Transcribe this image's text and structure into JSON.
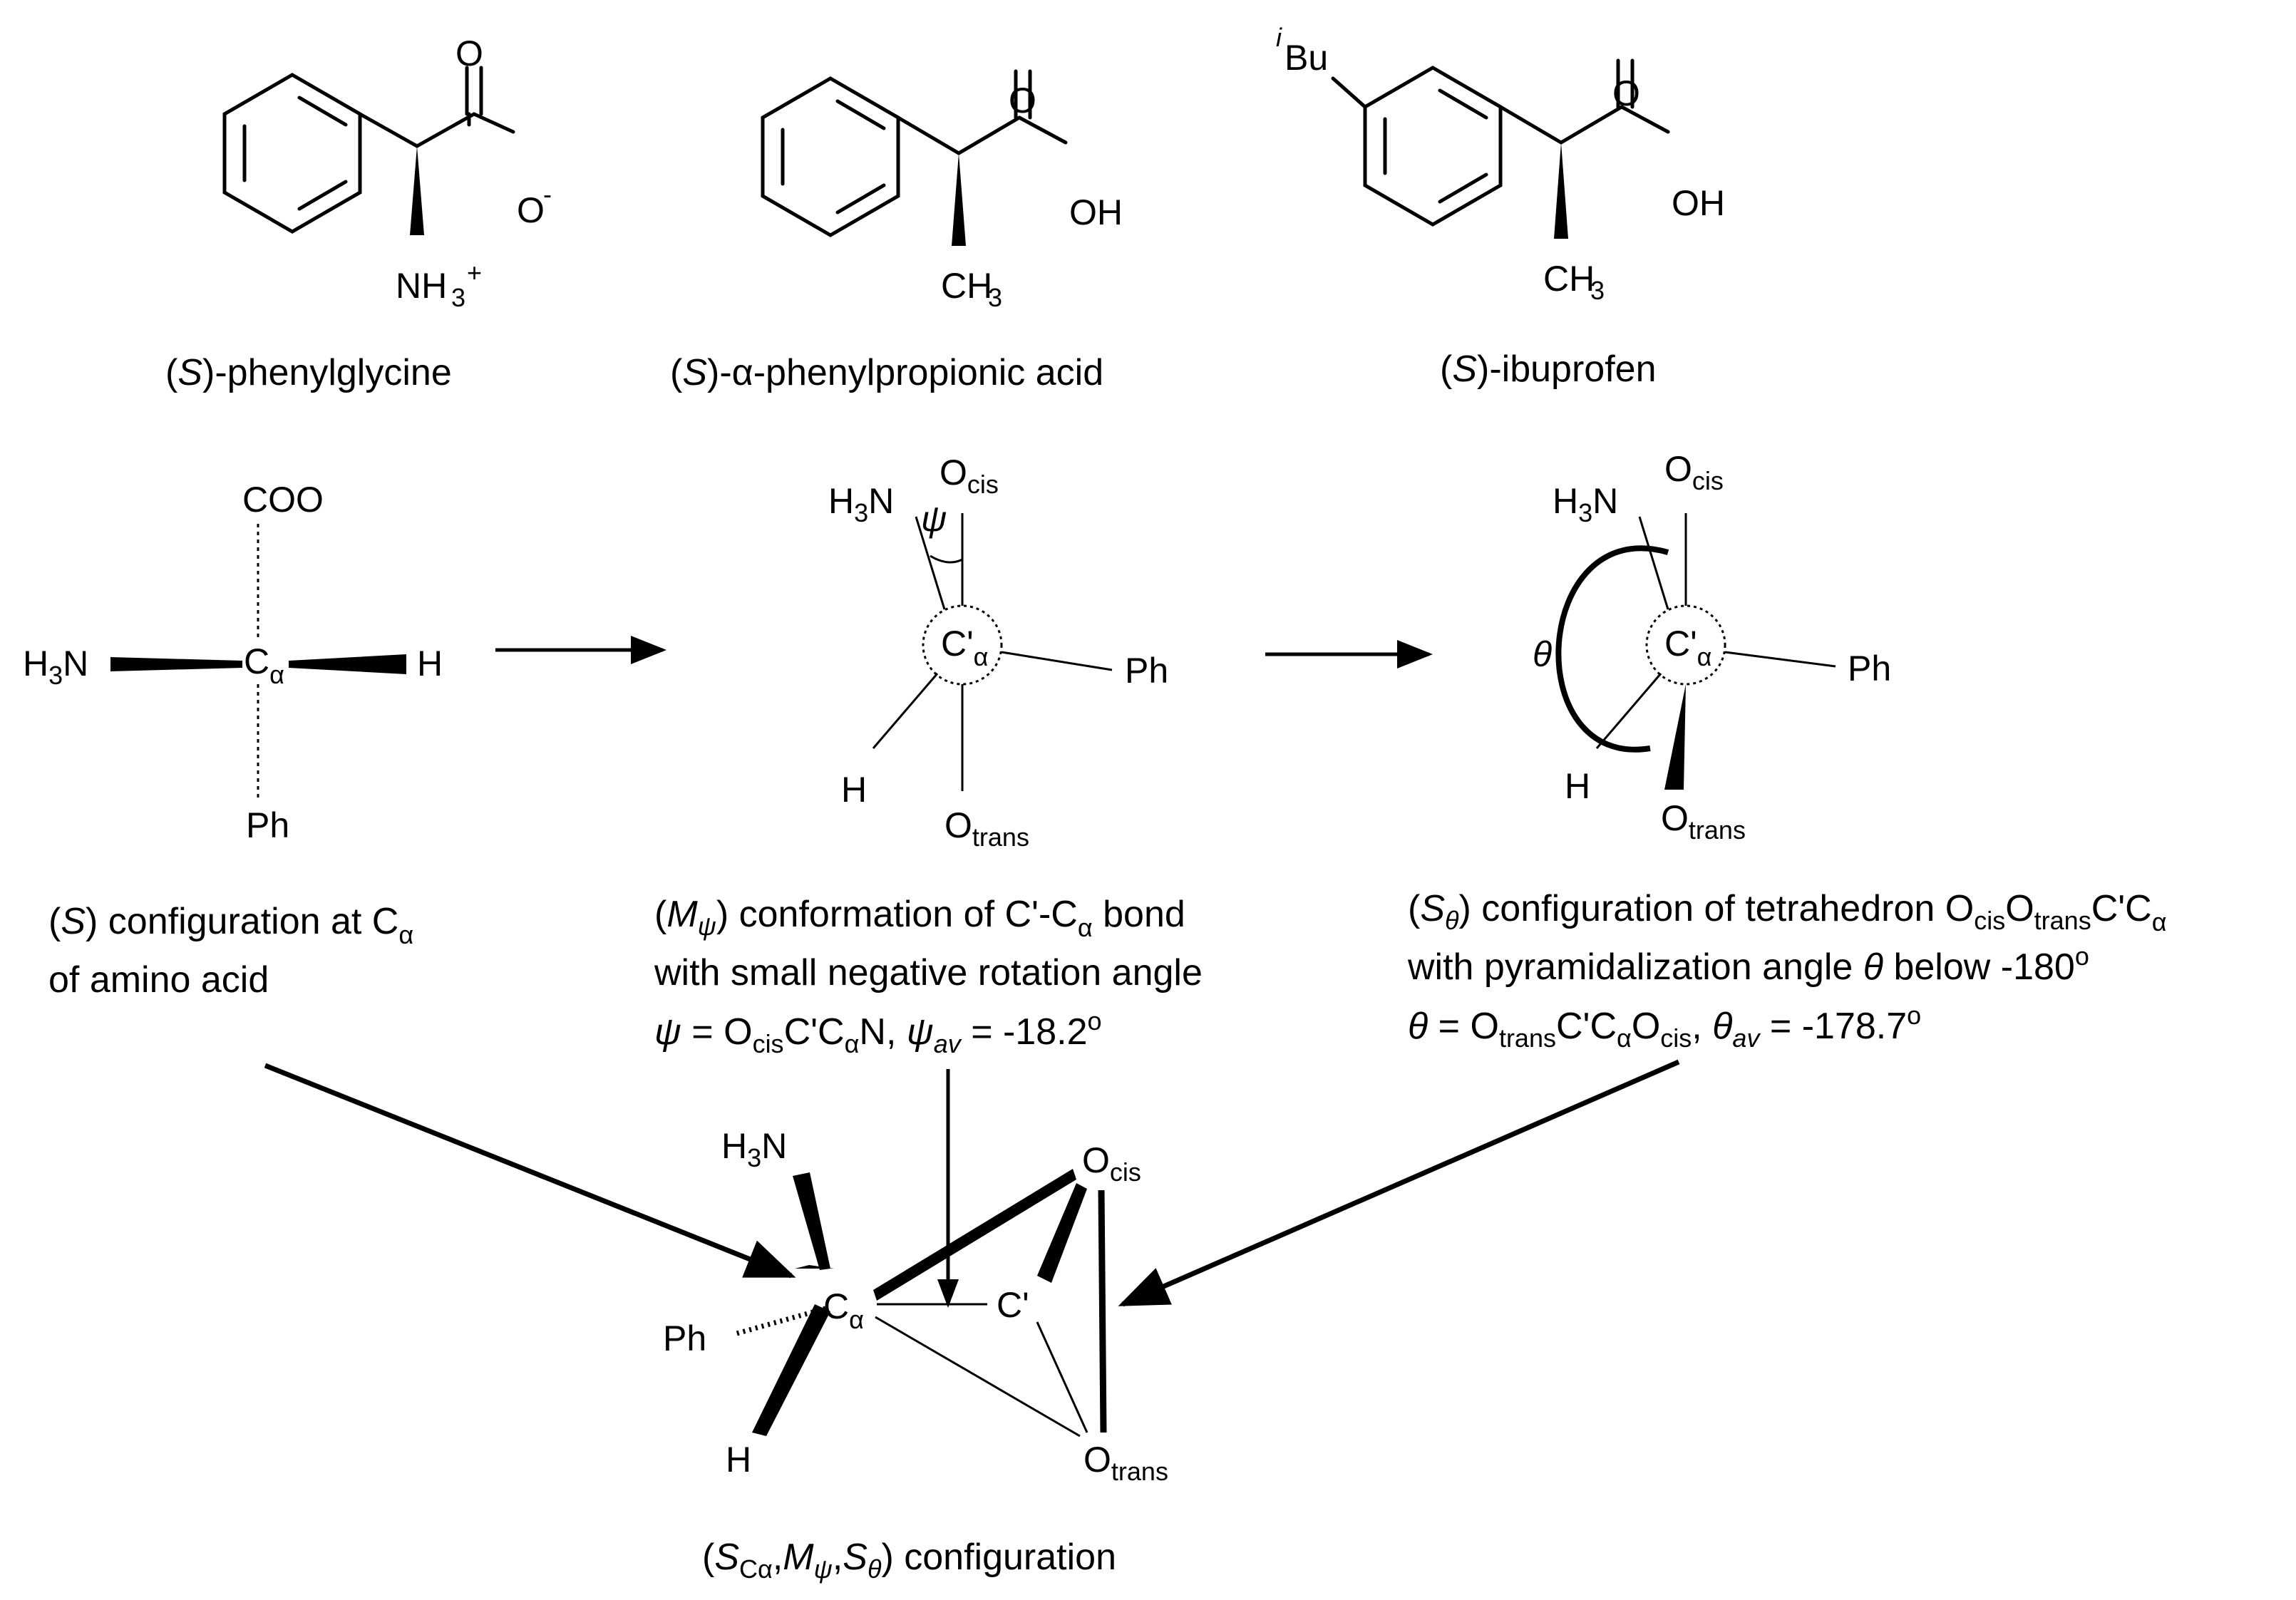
{
  "molecules": {
    "phenylglycine": {
      "o_top": "O",
      "o_side": "O",
      "charge_minus": "-",
      "nh3": "NH",
      "nh3_sub": "3",
      "charge_plus": "+",
      "name_open": "(",
      "name_S": "S",
      "name_rest": ")-phenylglycine"
    },
    "phenylpropionic": {
      "o_top": "O",
      "oh": "OH",
      "ch3": "CH",
      "ch3_sub": "3",
      "name_open": "(",
      "name_S": "S",
      "name_rest": ")-α-phenylpropionic acid"
    },
    "ibuprofen": {
      "ibu_sup": "i",
      "ibu": "Bu",
      "o_top": "O",
      "oh": "OH",
      "ch3": "CH",
      "ch3_sub": "3",
      "name_open": "(",
      "name_S": "S",
      "name_rest": ")-ibuprofen"
    }
  },
  "fischer": {
    "top": "COO",
    "left": "H",
    "left_sub": "3",
    "left_n": "N",
    "right": "H",
    "center": "C",
    "center_sub": "α",
    "bottom": "Ph",
    "caption_line1_open": "(",
    "caption_line1_S": "S",
    "caption_line1_rest": ") configuration at C",
    "caption_line1_sub": "α",
    "caption_line2": "of amino acid"
  },
  "newman_psi": {
    "h3n": "H",
    "h3n_sub": "3",
    "h3n_n": "N",
    "ocis": "O",
    "ocis_sub": "cis",
    "psi": "ψ",
    "center": "C'",
    "center_sub": "α",
    "ph": "Ph",
    "h": "H",
    "otrans": "O",
    "otrans_sub": "trans",
    "caption_line1_open": "(",
    "caption_line1_M": "M",
    "caption_line1_M_sub": "ψ",
    "caption_line1_rest": ") conformation of C'-C",
    "caption_line1_sub": "α",
    "caption_line1_end": " bond",
    "caption_line2": "with small negative rotation angle",
    "caption_line3_psi": "ψ",
    "caption_line3_a": " = O",
    "caption_line3_cis": "cis",
    "caption_line3_b": "C'C",
    "caption_line3_alpha": "α",
    "caption_line3_c": "N, ",
    "caption_line3_psi2": "ψ",
    "caption_line3_av": "av",
    "caption_line3_d": " = -18.2",
    "caption_line3_deg": "o"
  },
  "newman_theta": {
    "h3n": "H",
    "h3n_sub": "3",
    "h3n_n": "N",
    "ocis": "O",
    "ocis_sub": "cis",
    "theta": "θ",
    "center": "C'",
    "center_sub": "α",
    "ph": "Ph",
    "h": "H",
    "otrans": "O",
    "otrans_sub": "trans",
    "caption_line1_open": "(",
    "caption_line1_S": "S",
    "caption_line1_S_sub": "θ",
    "caption_line1_rest": ") configuration of tetrahedron O",
    "caption_line1_cis": "cis",
    "caption_line1_o2": "O",
    "caption_line1_trans": "trans",
    "caption_line1_c": "C'C",
    "caption_line1_alpha": "α",
    "caption_line2_a": "with pyramidalization angle ",
    "caption_line2_theta": "θ",
    "caption_line2_b": " below -180",
    "caption_line2_deg": "o",
    "caption_line3_theta": "θ",
    "caption_line3_a": " = O",
    "caption_line3_trans": "trans",
    "caption_line3_b": "C'C",
    "caption_line3_alpha": "α",
    "caption_line3_c": "O",
    "caption_line3_cis": "cis",
    "caption_line3_d": ", ",
    "caption_line3_theta2": "θ",
    "caption_line3_av": "av",
    "caption_line3_e": " = -178.7",
    "caption_line3_deg": "o"
  },
  "combined": {
    "h3n": "H",
    "h3n_sub": "3",
    "h3n_n": "N",
    "ocis": "O",
    "ocis_sub": "cis",
    "calpha": "C",
    "calpha_sub": "α",
    "cprime": "C'",
    "ph": "Ph",
    "h": "H",
    "otrans": "O",
    "otrans_sub": "trans",
    "caption_open": "(",
    "caption_S": "S",
    "caption_S_sub": "Cα",
    "caption_comma1": ",",
    "caption_M": "M",
    "caption_M_sub": "ψ",
    "caption_comma2": ",",
    "caption_S2": "S",
    "caption_S2_sub": "θ",
    "caption_rest": ") configuration"
  }
}
